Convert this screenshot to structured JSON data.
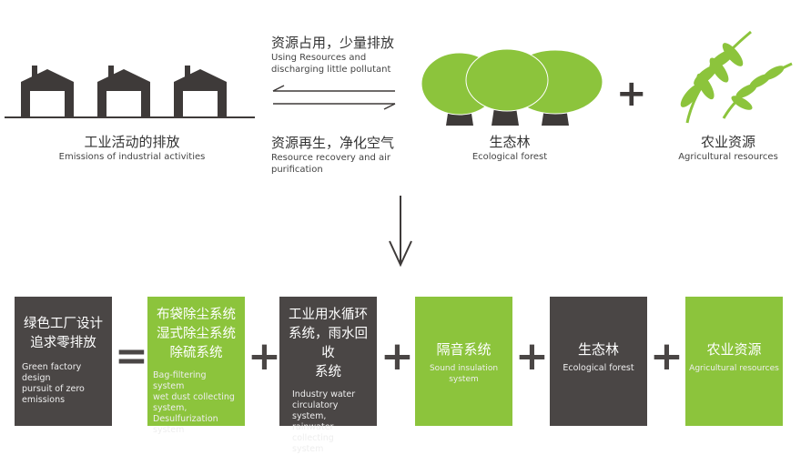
{
  "top": {
    "industry": {
      "cn": "工业活动的排放",
      "en": "Emissions of industrial activities"
    },
    "arrow_top": {
      "cn": "资源占用，少量排放",
      "en1": "Using Resources and",
      "en2": "discharging little pollutant"
    },
    "arrow_bottom": {
      "cn": "资源再生，净化空气",
      "en1": "Resource recovery and air",
      "en2": "purification"
    },
    "forest": {
      "cn": "生态林",
      "en": "Ecological forest"
    },
    "plus": "+",
    "agri": {
      "cn": "农业资源",
      "en": "Agricultural resources"
    }
  },
  "bottom": {
    "boxes": [
      {
        "cn": [
          "绿色工厂设计",
          "追求零排放"
        ],
        "en": [
          "Green factory design",
          "pursuit of zero",
          "emissions"
        ]
      },
      {
        "cn": [
          "布袋除尘系统",
          "湿式除尘系统",
          "除硫系统"
        ],
        "en": [
          "Bag-filtering system",
          "wet dust collecting",
          " system,",
          "Desulfurization system"
        ]
      },
      {
        "cn": [
          "工业用水循环",
          "系统，雨水回收",
          "系统"
        ],
        "en": [
          "Industry water",
          "circulatory system,",
          "rainwater collecting",
          "system"
        ]
      },
      {
        "cn": [
          "隔音系统"
        ],
        "en": [
          "Sound insulation system"
        ]
      },
      {
        "cn": [
          "生态林"
        ],
        "en": [
          "Ecological forest"
        ]
      },
      {
        "cn": [
          "农业资源"
        ],
        "en": [
          "Agricultural resources"
        ]
      }
    ],
    "ops": [
      "=",
      "+",
      "+",
      "+",
      "+"
    ]
  },
  "colors": {
    "dark": "#4a4645",
    "green": "#8cc43c"
  }
}
